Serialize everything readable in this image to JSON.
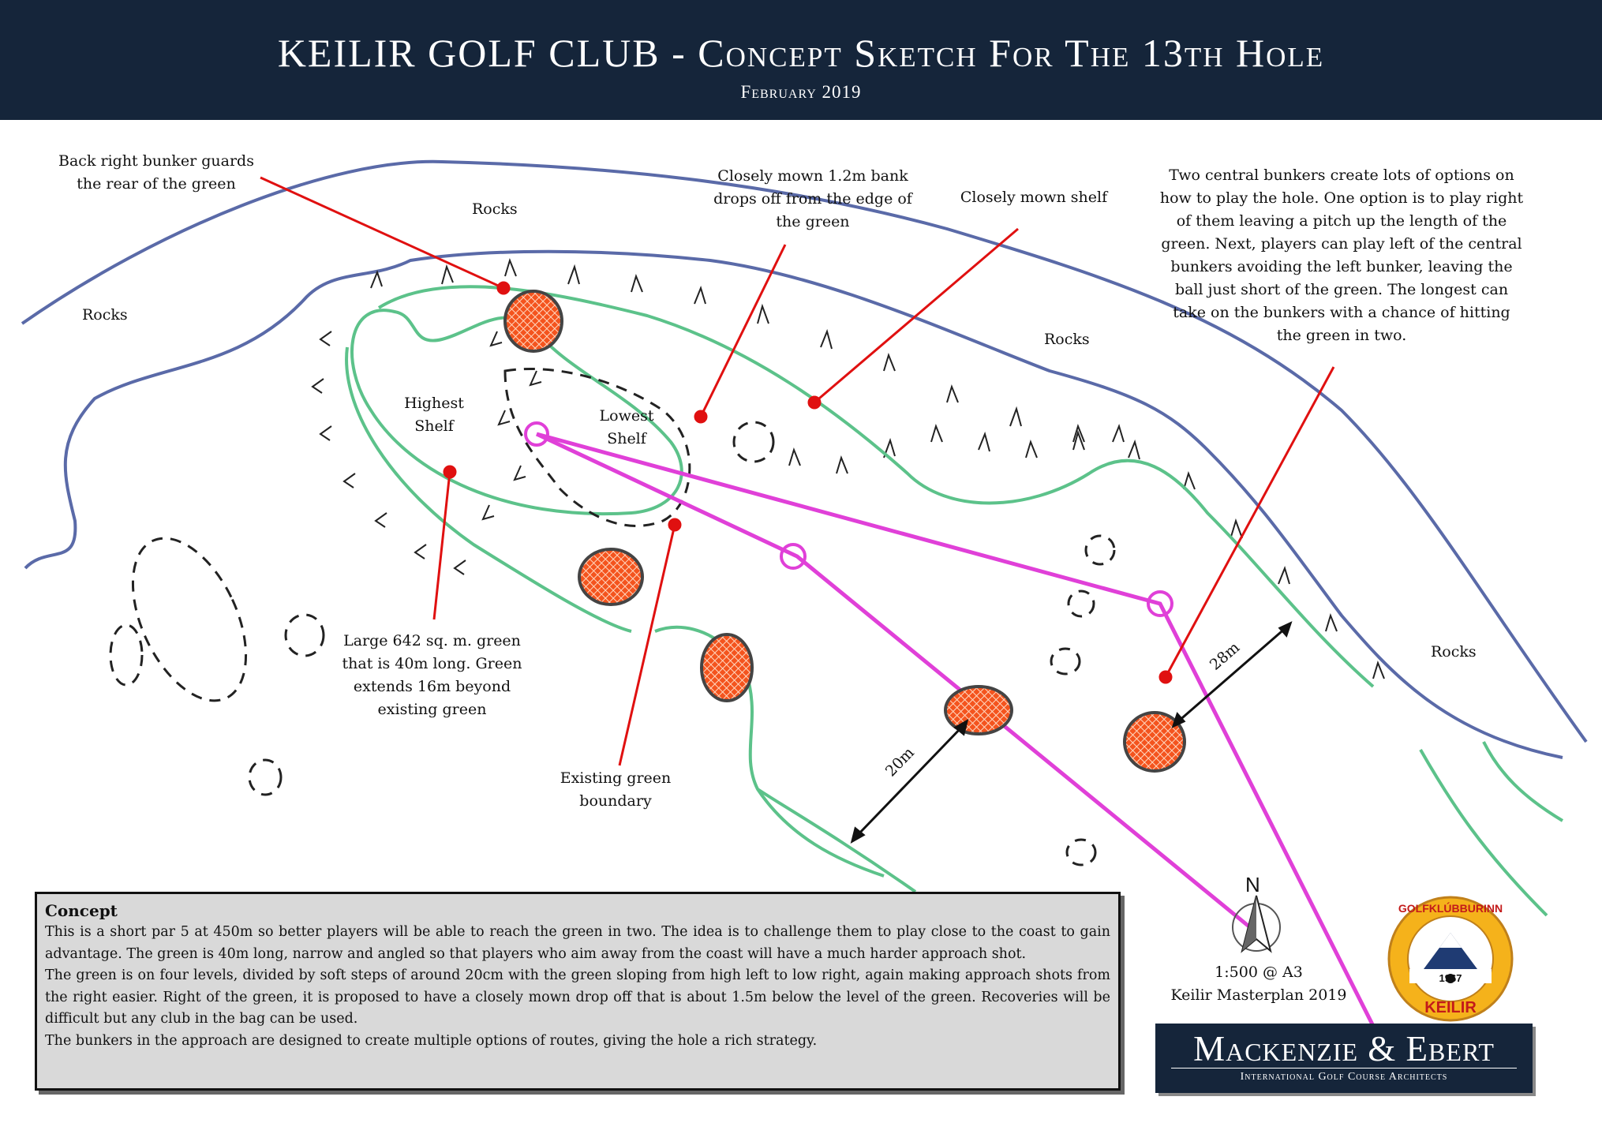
{
  "header": {
    "title": "KEILIR GOLF CLUB - Concept Sketch For The 13th Hole",
    "subtitle": "February 2019"
  },
  "labels": {
    "rocks_1": "Rocks",
    "rocks_2": "Rocks",
    "rocks_3": "Rocks",
    "rocks_4": "Rocks",
    "highest_shelf_1": "Highest",
    "highest_shelf_2": "Shelf",
    "lowest_shelf_1": "Lowest",
    "lowest_shelf_2": "Shelf",
    "dist_20m": "20m",
    "dist_28m": "28m"
  },
  "annotations": {
    "back_right_bunker": [
      "Back right bunker guards",
      "the rear of the green"
    ],
    "closely_mown_bank": [
      "Closely mown 1.2m bank",
      "drops off from the edge of",
      "the green"
    ],
    "closely_mown_shelf": [
      "Closely mown shelf"
    ],
    "central_bunkers": [
      "Two central bunkers create lots of options on",
      "how to play the hole. One option is to play right",
      "of them leaving a pitch up the length of the",
      "green. Next, players can play left of the central",
      "bunkers avoiding the left bunker, leaving the",
      "ball just short of the green. The longest can",
      "take on the bunkers with a chance of hitting",
      "the green in two."
    ],
    "large_green": [
      "Large 642 sq. m. green",
      "that is 40m long. Green",
      "extends 16m beyond",
      "existing green"
    ],
    "existing_boundary": [
      "Existing green",
      "boundary"
    ]
  },
  "concept": {
    "title": "Concept",
    "paragraphs": [
      "This is a short par 5 at 450m so better players will be able to reach the green in two. The idea is to challenge them to play close to the coast to gain advantage. The green is 40m long, narrow and angled so that players who aim away from the coast will have a much harder approach shot.",
      "The green is on four levels, divided by soft steps of around 20cm with the green sloping from high left to low right, again making approach shots from the right easier. Right of the green, it is proposed to have a closely mown drop off that is about 1.5m below the level of the green. Recoveries will be difficult but any club in the bag can be used.",
      "The bunkers in the approach are designed to create multiple options of routes, giving the hole a rich strategy."
    ]
  },
  "north": {
    "letter": "N",
    "scale": "1:500 @ A3",
    "plan": "Keilir Masterplan 2019"
  },
  "logo": {
    "ring_text": "GOLFKLÚBBURINN",
    "name": "KEILIR",
    "year": "1967"
  },
  "firm": {
    "name": "Mackenzie & Ebert",
    "tagline": "International Golf Course Architects"
  },
  "colors": {
    "header_bg": "#15253a",
    "coast": "#5a6aa8",
    "green_edge": "#5cc28a",
    "pointer": "#e01010",
    "route": "#e040d8",
    "bunker": "#f4541e"
  }
}
